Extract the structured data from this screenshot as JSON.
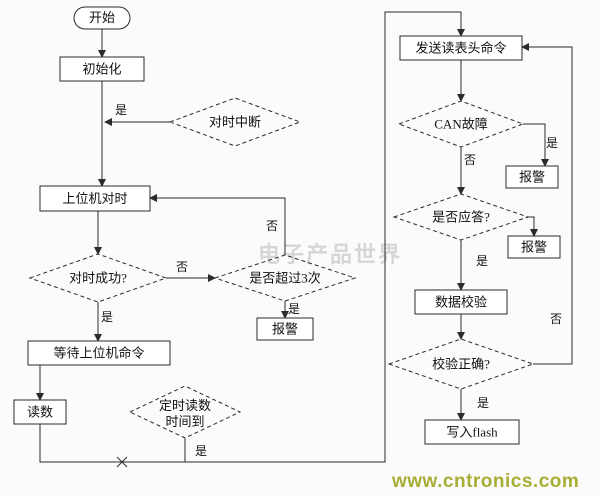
{
  "nodes": {
    "start": "开始",
    "init": "初始化",
    "sync_interrupt": "对时中断",
    "host_sync": "上位机对时",
    "sync_success": "对时成功?",
    "exceed3": "是否超过3次",
    "alarm1": "报警",
    "wait_cmd": "等待上位机命令",
    "read": "读数",
    "timer_line1": "定时读数",
    "timer_line2": "时间到",
    "send_cmd": "发送读表头命令",
    "can_fault": "CAN故障",
    "alarm2": "报警",
    "response": "是否应答?",
    "alarm3": "报警",
    "data_verify": "数据校验",
    "verify_ok": "校验正确?",
    "flash": "写入flash"
  },
  "edge_labels": {
    "interrupt_yes": "是",
    "sync_no": "否",
    "exceed_loop_no": "否",
    "sync_yes": "是",
    "exceed_yes": "是",
    "timer_yes": "是",
    "can_yes": "是",
    "can_no": "否",
    "response_yes": "是",
    "verify_no": "否",
    "verify_yes": "是"
  },
  "watermark": {
    "center": "电子产品世界",
    "site": "www.cntronics.com",
    "site_color": "#a8ae35"
  }
}
